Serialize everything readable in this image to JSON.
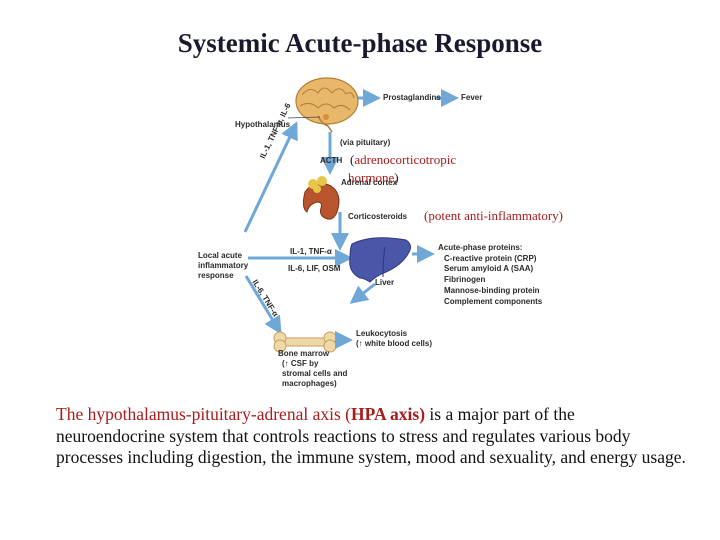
{
  "title": "Systemic Acute-phase Response",
  "diagram": {
    "hypothalamus": "Hypothalamus",
    "prostaglandins": "Prostaglandins",
    "fever": "Fever",
    "via_pituitary": "(via pituitary)",
    "acth": "ACTH",
    "adrenal_cortex": "Adrenal cortex",
    "corticosteroids": "Corticosteroids",
    "cytokine_arrow_top": "IL-1, TNF-α, IL-6",
    "liver_input_1": "IL-1, TNF-α",
    "liver_input_2": "IL-6, LIF, OSM",
    "liver": "Liver",
    "local_acute": [
      "Local acute",
      "inflammatory",
      "response"
    ],
    "cytokine_arrow_bottom": "IL-6, TNF-α",
    "acute_phase_heading": "Acute-phase proteins:",
    "acute_phase_items": [
      "C-reactive protein (CRP)",
      "Serum amyloid A (SAA)",
      "Fibrinogen",
      "Mannose-binding protein",
      "Complement components"
    ],
    "leukocytosis": "Leukocytosis",
    "leukocytosis_detail": "(↑ white blood cells)",
    "bone_marrow": [
      "Bone marrow",
      "(↑ CSF by",
      "stromal cells and",
      "macrophages)"
    ]
  },
  "notes": {
    "acth_open": "(",
    "acth_word": "adrenocorticotropic",
    "acth_word2": "hormone",
    "acth_close": ")",
    "cortico": "(potent anti-inflammatory)"
  },
  "caption": {
    "part1": "The hypothalamus-pituitary-adrenal axis (",
    "hpa": "HPA axis)",
    "part2": " is a major part of the neuroendocrine system that controls reactions to stress and regulates various body processes including digestion, the immune system, mood and sexuality, and energy usage."
  },
  "colors": {
    "arrow_blue": "#6fa8d6",
    "brain": "#e8b86a",
    "kidney": "#b8552f",
    "adrenal": "#e8c64a",
    "liver": "#4a57a8",
    "bone": "#f0d9a8",
    "accent_red": "#a81c1c"
  }
}
